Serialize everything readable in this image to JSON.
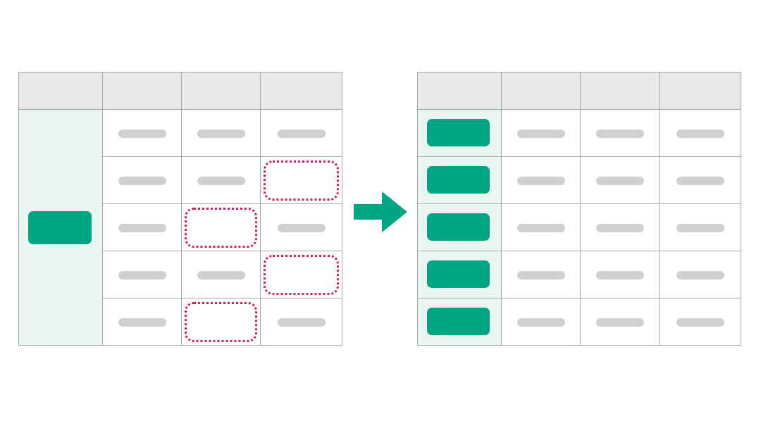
{
  "colors": {
    "header_fill": "#e8e8e8",
    "grid_line": "#a9a9a9",
    "placeholder_pill": "#d0d0d0",
    "key_column_tint": "#e8f5f0",
    "key_block": "#00a584",
    "highlight_outline": "#d81b60",
    "arrow": "#00a584"
  },
  "before_table": {
    "header_cells": 4,
    "body_rows": 5,
    "key_column": "merged",
    "key_block_count": 1,
    "highlighted_cells": [
      {
        "row": 1,
        "col": 3
      },
      {
        "row": 2,
        "col": 2
      },
      {
        "row": 3,
        "col": 3
      },
      {
        "row": 4,
        "col": 2
      }
    ],
    "icons": [
      "placeholder-pill",
      "dotted-outline"
    ]
  },
  "after_table": {
    "header_cells": 4,
    "body_rows": 5,
    "key_column": "per-row",
    "key_block_count": 5,
    "icons": [
      "placeholder-pill"
    ]
  },
  "connector": {
    "icon": "right-arrow-icon"
  }
}
